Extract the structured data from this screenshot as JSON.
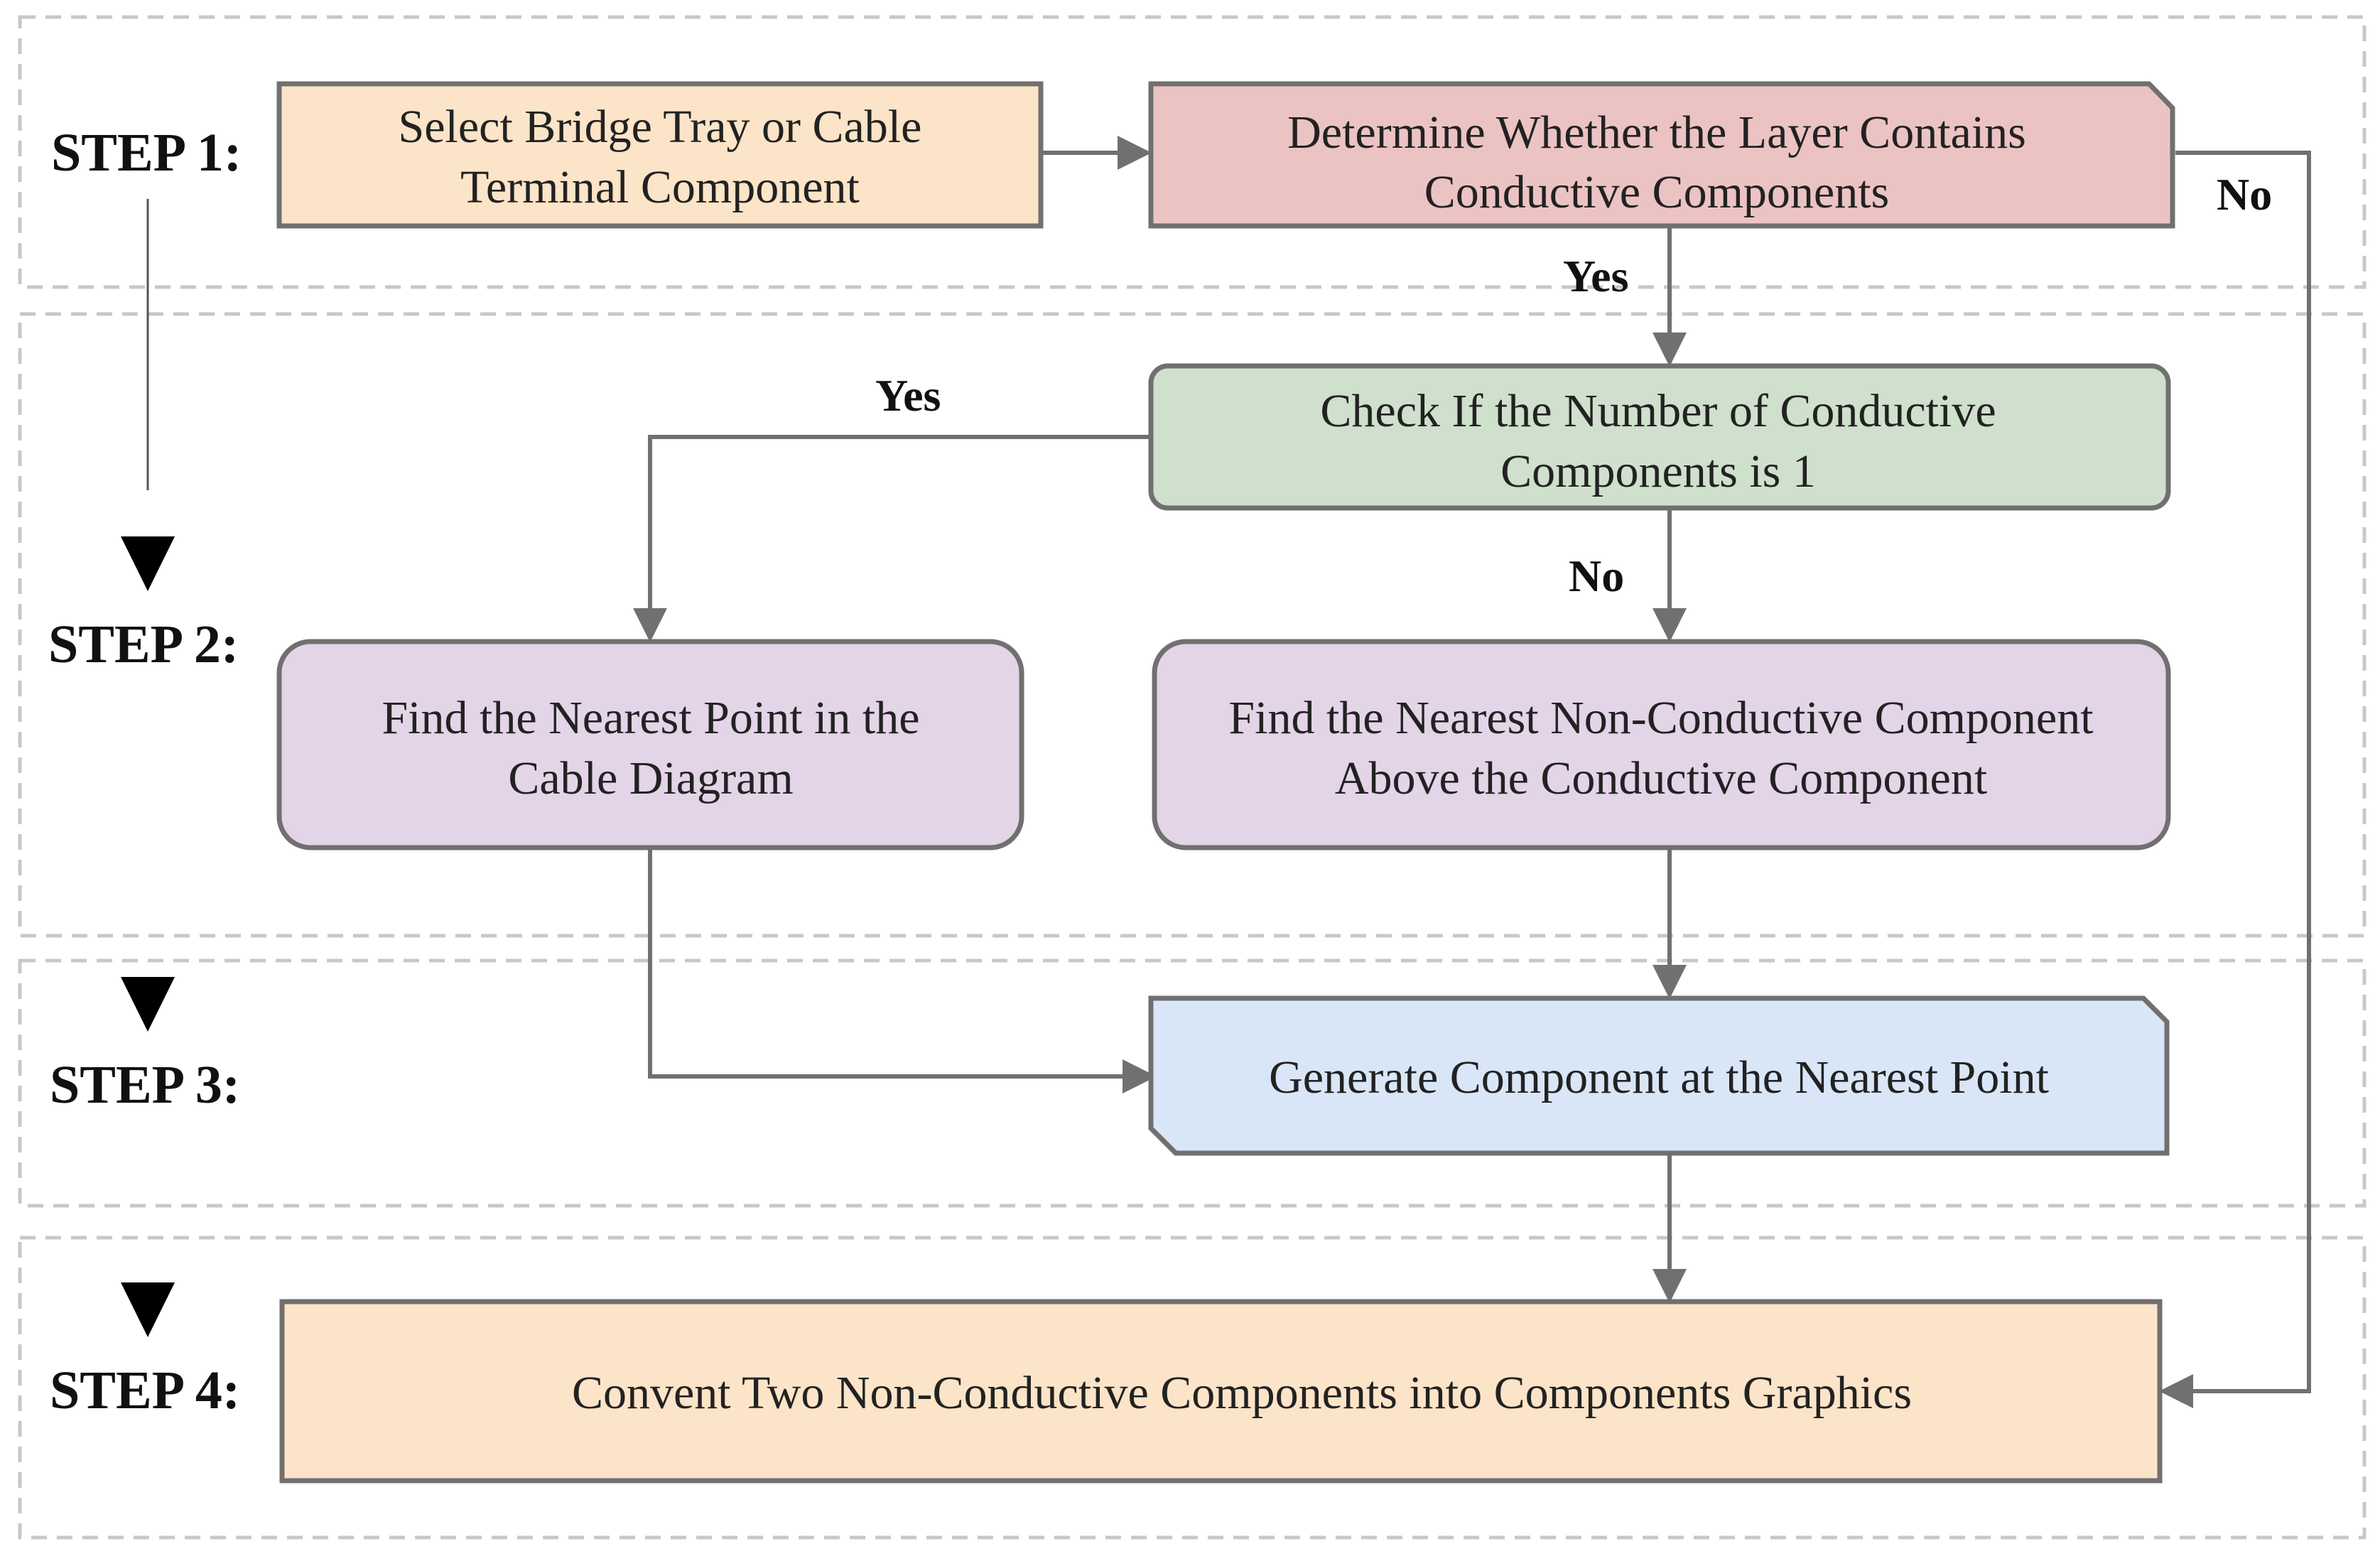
{
  "steps": {
    "step1": "STEP 1:",
    "step2": "STEP 2:",
    "step3": "STEP 3:",
    "step4": "STEP 4:"
  },
  "nodes": {
    "select": {
      "line1": "Select Bridge Tray or Cable",
      "line2": "Terminal Component",
      "fill": "#fce4c8"
    },
    "determine": {
      "line1": "Determine Whether the Layer Contains",
      "line2": "Conductive Components",
      "fill": "#ecc3c3"
    },
    "check": {
      "line1": "Check If the Number of Conductive",
      "line2": "Components is 1",
      "fill": "#cfe0cc"
    },
    "find_point": {
      "line1": "Find the Nearest Point in the",
      "line2": "Cable Diagram",
      "fill": "#e4d4e8"
    },
    "find_nonconductive": {
      "line1": "Find the Nearest Non-Conductive Component",
      "line2": "Above the Conductive Component",
      "fill": "#e4d4e8"
    },
    "generate": {
      "line1": "Generate Component at the Nearest Point",
      "fill": "#d9e6f8"
    },
    "convert": {
      "line1": "Convent Two Non-Conductive Components into Components Graphics",
      "fill": "#fce4c8"
    }
  },
  "edge_labels": {
    "determine_no": "No",
    "determine_yes": "Yes",
    "check_yes": "Yes",
    "check_no": "No"
  }
}
